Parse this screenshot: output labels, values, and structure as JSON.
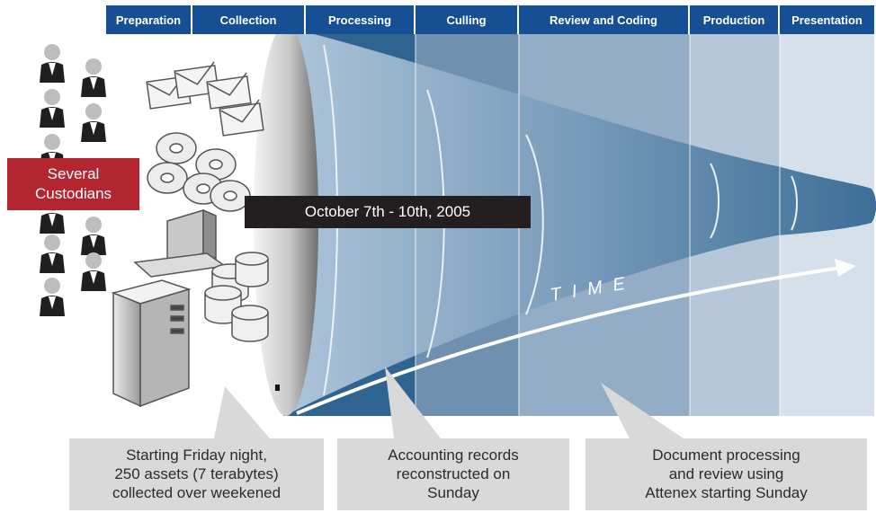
{
  "phases": [
    {
      "label": "Preparation"
    },
    {
      "label": "Collection"
    },
    {
      "label": "Processing"
    },
    {
      "label": "Culling"
    },
    {
      "label": "Review and Coding"
    },
    {
      "label": "Production"
    },
    {
      "label": "Presentation"
    }
  ],
  "custodians": {
    "line1": "Several",
    "line2": "Custodians"
  },
  "date_banner": "October 7th - 10th, 2005",
  "time_label": "TIME",
  "callouts": [
    {
      "lines": [
        "Starting Friday night,",
        "250 assets (7 terabytes)",
        "collected over weekened"
      ]
    },
    {
      "lines": [
        "Accounting records",
        "reconstructed on",
        "Sunday"
      ]
    },
    {
      "lines": [
        "Document processing",
        "and review using",
        "Attenex starting Sunday"
      ]
    }
  ],
  "colors": {
    "tab_bg": "#164f94",
    "custodian_badge": "#b3252f",
    "date_banner_bg": "#231f20",
    "funnel_dark": "#2f5f88",
    "callout_bg": "#d9d9d9"
  },
  "icons": [
    "person-icon",
    "envelope-icon",
    "disc-icon",
    "workstation-icon",
    "database-icon",
    "server-icon",
    "time-arrow"
  ]
}
